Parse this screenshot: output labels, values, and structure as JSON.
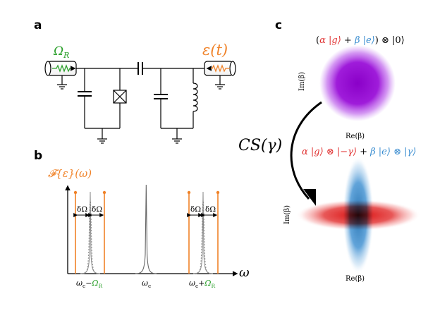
{
  "panels": {
    "a": "a",
    "b": "b",
    "c": "c"
  },
  "circuit": {
    "omega_r": "Ω",
    "omega_r_sub": "R",
    "epsilon": "ε(t)"
  },
  "spectrum": {
    "ylabel": "𝓕{ε}(ω)",
    "xlabel": "ω",
    "delta1": "δΩ",
    "delta2": "δΩ",
    "delta3": "δΩ",
    "delta4": "δΩ",
    "tick_left": "ω",
    "tick_left_sub": "c",
    "tick_left_op": "−",
    "tick_left_green": "Ω",
    "tick_left_green_sub": "R",
    "tick_mid": "ω",
    "tick_mid_sub": "c",
    "tick_right": "ω",
    "tick_right_sub": "c",
    "tick_right_op": "+",
    "tick_right_green": "Ω",
    "tick_right_green_sub": "R"
  },
  "states": {
    "top_state": {
      "p1": "(",
      "alpha_g": "α |g⟩",
      "plus": " + ",
      "beta_e": "β |e⟩",
      "p2": ") ⊗ |0⟩"
    },
    "bottom_state": {
      "alpha_part": "α |g⟩ ⊗ |−γ⟩",
      "plus": " + ",
      "beta_part": "β |e⟩ ⊗ |γ⟩"
    },
    "gate_label": "CS(γ)",
    "top_im": "Im(β)",
    "top_re": "Re(β)",
    "bot_im": "Im(β)",
    "bot_re": "Re(β)"
  },
  "colors": {
    "green": "#2ca02c",
    "orange": "#f08228",
    "red": "#e03131",
    "blue": "#3a8dd0",
    "purple": "#8a00c8"
  }
}
